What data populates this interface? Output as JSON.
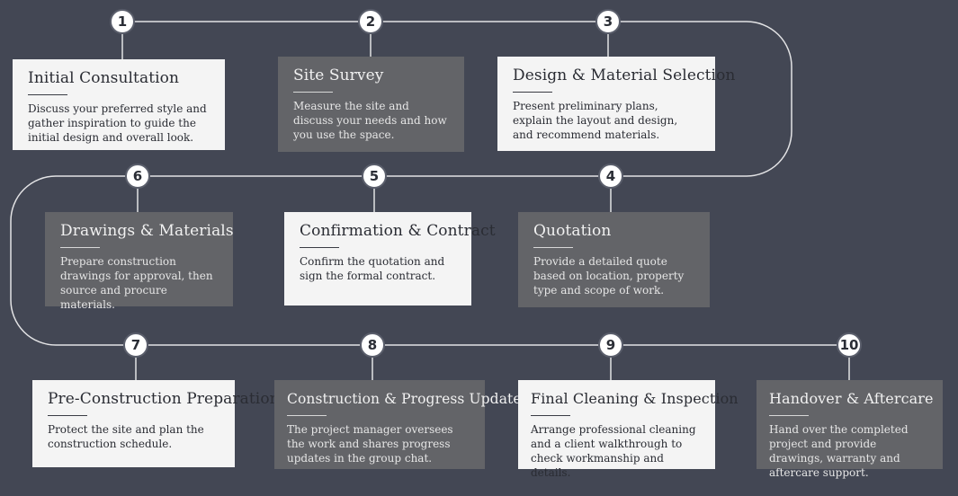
{
  "steps": [
    {
      "number": "1",
      "title": "Initial Consultation",
      "description": "Discuss your preferred style and gather inspiration to guide the initial design and overall look."
    },
    {
      "number": "2",
      "title": "Site Survey",
      "description": "Measure the site and discuss your needs and how you use the space."
    },
    {
      "number": "3",
      "title": "Design & Material Selection",
      "description": "Present preliminary plans, explain the layout and design, and recommend materials."
    },
    {
      "number": "4",
      "title": "Quotation",
      "description": "Provide a detailed quote based on location, property type and scope of work."
    },
    {
      "number": "5",
      "title": "Confirmation & Contract",
      "description": "Confirm the quotation and sign the formal contract."
    },
    {
      "number": "6",
      "title": "Drawings & Materials",
      "description": "Prepare construction drawings for approval, then source and procure materials."
    },
    {
      "number": "7",
      "title": "Pre-Construction Preparation",
      "description": "Protect the site and plan the construction schedule."
    },
    {
      "number": "8",
      "title": "Construction & Progress Updates",
      "description": "The project manager oversees the work and shares progress updates in the group chat."
    },
    {
      "number": "9",
      "title": "Final Cleaning & Inspection",
      "description": "Arrange professional cleaning and a client walkthrough to check workmanship and details."
    },
    {
      "number": "10",
      "title": "Handover & Aftercare",
      "description": "Hand over the completed project and provide drawings, warranty and aftercare support."
    }
  ],
  "colors": {
    "background": "#434754",
    "card_light": "#f4f4f4",
    "card_dark": "#636468",
    "connector": "#ffffff"
  }
}
